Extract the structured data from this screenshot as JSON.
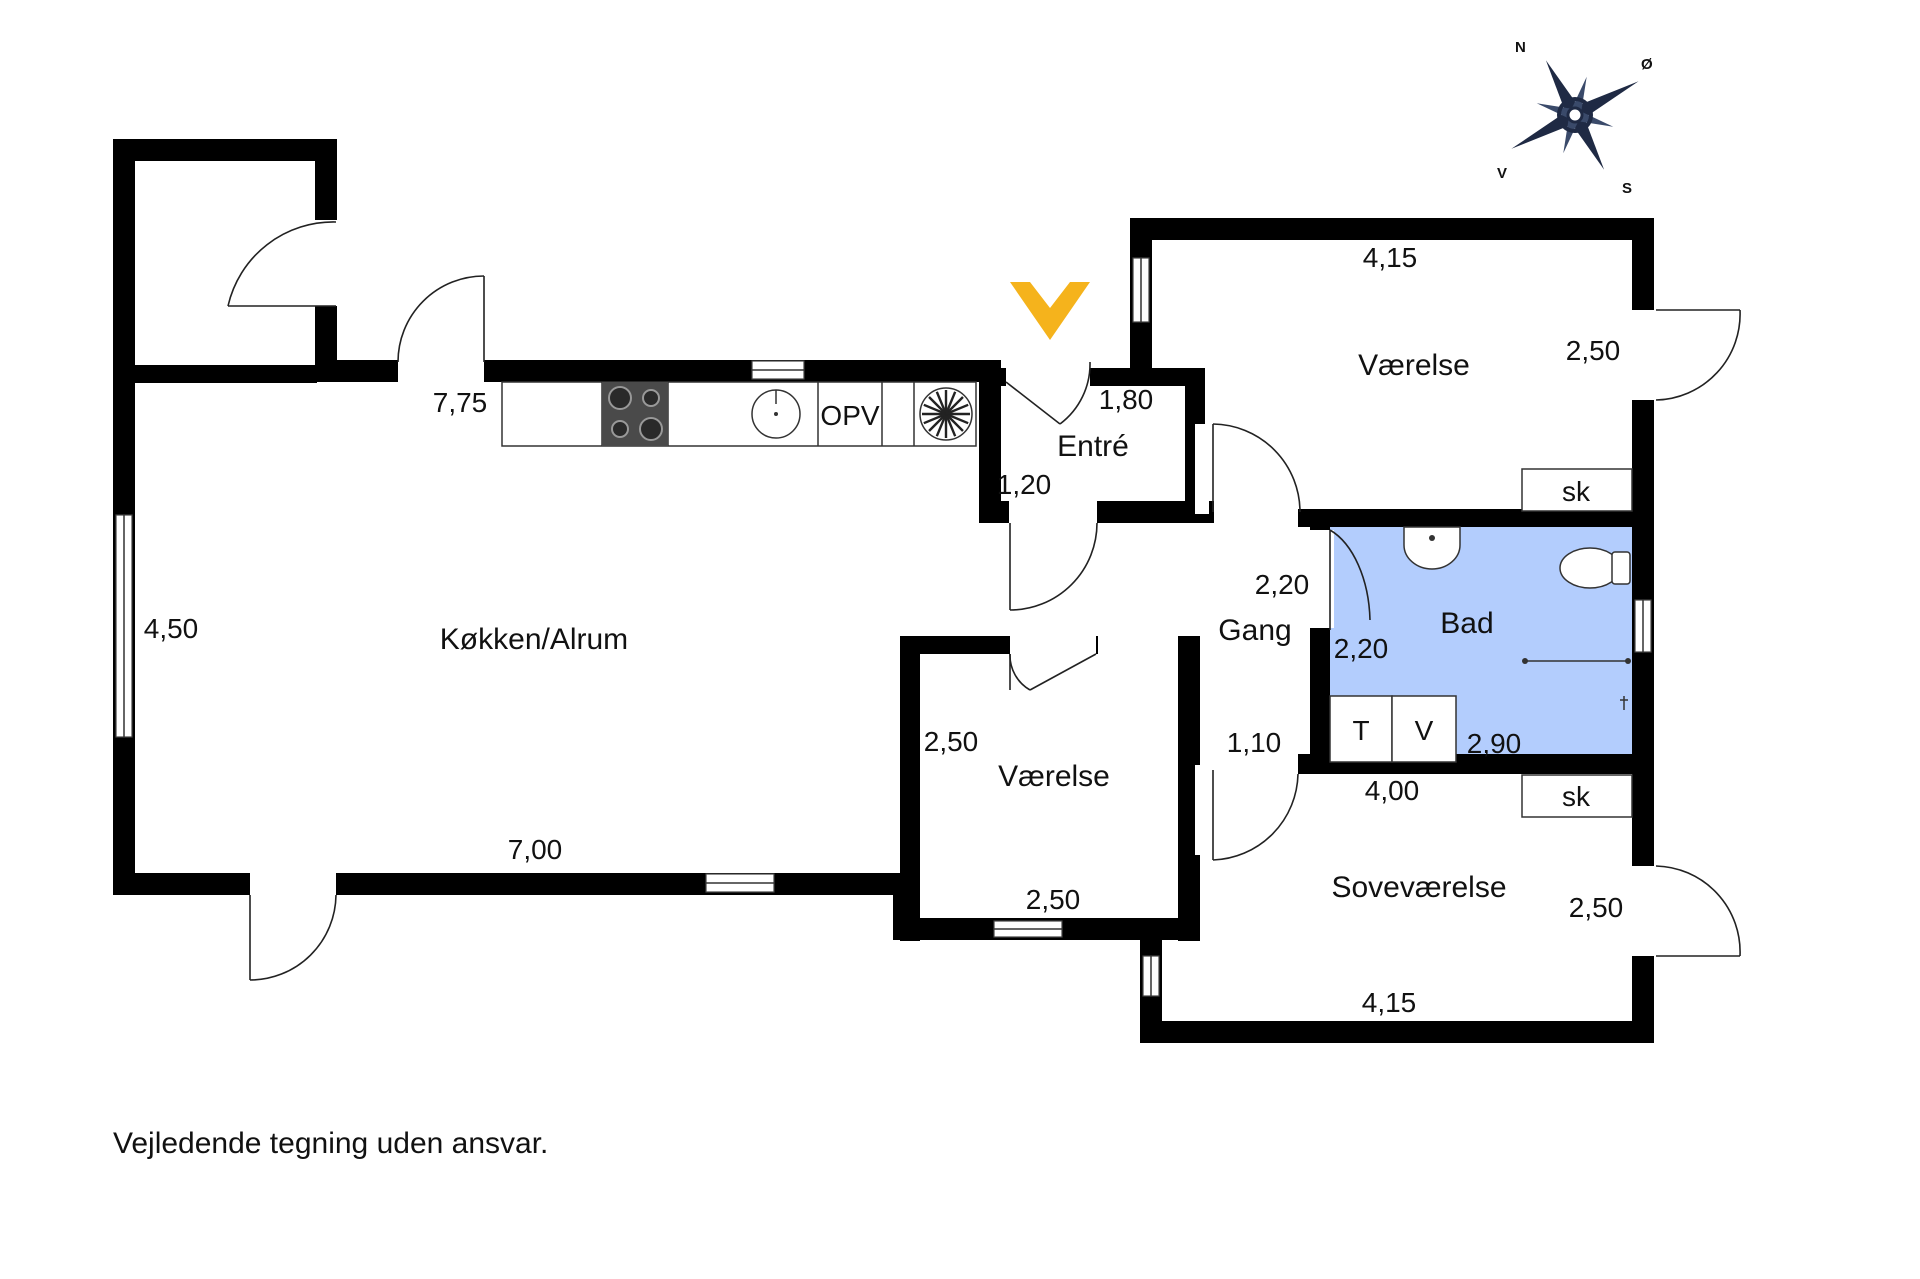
{
  "rooms": {
    "kitchen": "Køkken/Alrum",
    "entry": "Entré",
    "hall": "Gang",
    "bath": "Bad",
    "room_north": "Værelse",
    "room_middle": "Værelse",
    "bedroom": "Soveværelse"
  },
  "dimensions": {
    "kitchen_top": "7,75",
    "kitchen_left": "4,50",
    "kitchen_bottom": "7,00",
    "entry_width": "1,80",
    "entry_depth": "1,20",
    "hall_upper": "2,20",
    "hall_lower": "1,10",
    "bath_height": "2,20",
    "bath_width": "2,90",
    "room_north_top": "4,15",
    "room_north_right": "2,50",
    "room_middle_left": "2,50",
    "room_middle_bottom": "2,50",
    "bedroom_top": "4,00",
    "bedroom_right": "2,50",
    "bedroom_bottom": "4,15"
  },
  "fixtures": {
    "ventilation": "OPV",
    "wardrobe_north": "sk",
    "wardrobe_bedroom": "sk",
    "washer": "V",
    "dryer": "T"
  },
  "compass": {
    "north": "N",
    "east": "Ø",
    "south": "S",
    "west": "V"
  },
  "note": "Vejledende tegning uden ansvar.",
  "colors": {
    "wall": "#000000",
    "bath_fill": "#b3cdfd",
    "entrance_marker": "#f5b31c",
    "compass": "#1f2a44"
  },
  "icons": [
    "entrance-arrow-icon",
    "compass-rose-icon",
    "stove-icon",
    "sink-icon",
    "fan-icon",
    "toilet-icon",
    "washbasin-icon"
  ]
}
